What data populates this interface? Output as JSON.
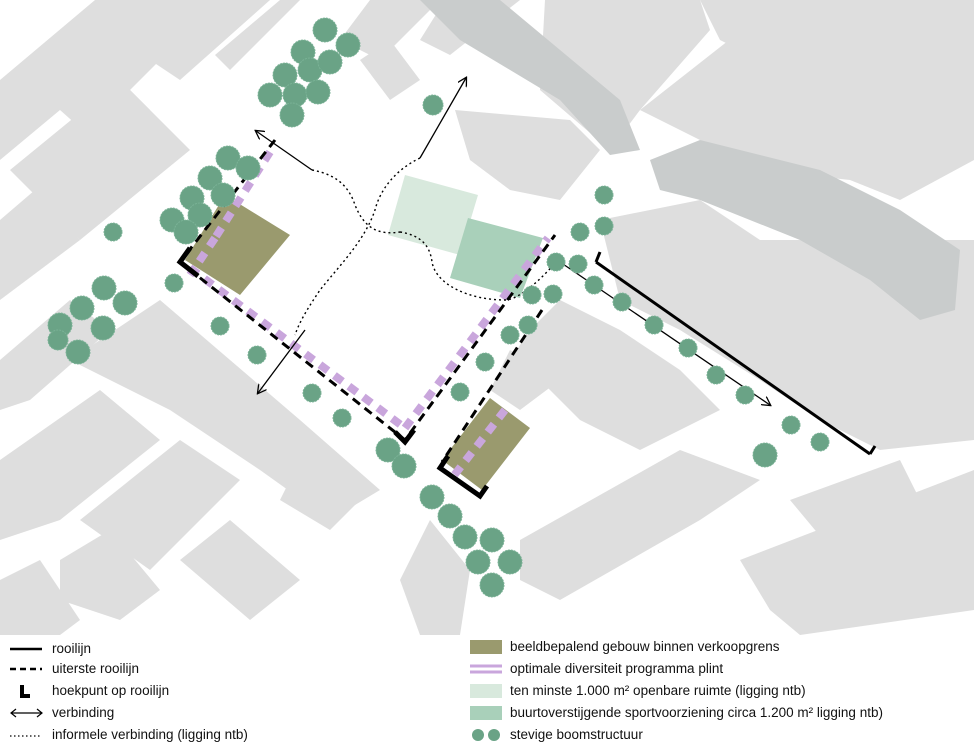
{
  "colors": {
    "building_grey": "#dedede",
    "water_grey": "#c9cccc",
    "olive_building": "#9a9a6e",
    "purple_plinth": "#c9a6dc",
    "open_space": "#d8e9dd",
    "sports_facility": "#a9d0ba",
    "tree": "#6aa386",
    "tree_outline": "#5e9a7c",
    "line_black": "#000000"
  },
  "legend": {
    "left": [
      {
        "symbol": "solid-line",
        "label": "rooilijn"
      },
      {
        "symbol": "dashed-line",
        "label": "uiterste rooilijn"
      },
      {
        "symbol": "corner-point",
        "label": "hoekpunt op rooilijn"
      },
      {
        "symbol": "double-arrow",
        "label": "verbinding"
      },
      {
        "symbol": "dotted-line",
        "label": "informele verbinding (ligging ntb)"
      }
    ],
    "right": [
      {
        "symbol": "olive-swatch",
        "label": "beeldbepalend gebouw binnen verkoopgrens"
      },
      {
        "symbol": "purple-stripe",
        "label": "optimale diversiteit programma plint"
      },
      {
        "symbol": "light-green-swatch",
        "label": "ten minste 1.000 m² openbare ruimte (ligging ntb)"
      },
      {
        "symbol": "green-swatch",
        "label": "buurtoverstijgende sportvoorziening circa 1.200 m² ligging ntb)"
      },
      {
        "symbol": "trees",
        "label": "stevige boomstructuur"
      }
    ]
  }
}
